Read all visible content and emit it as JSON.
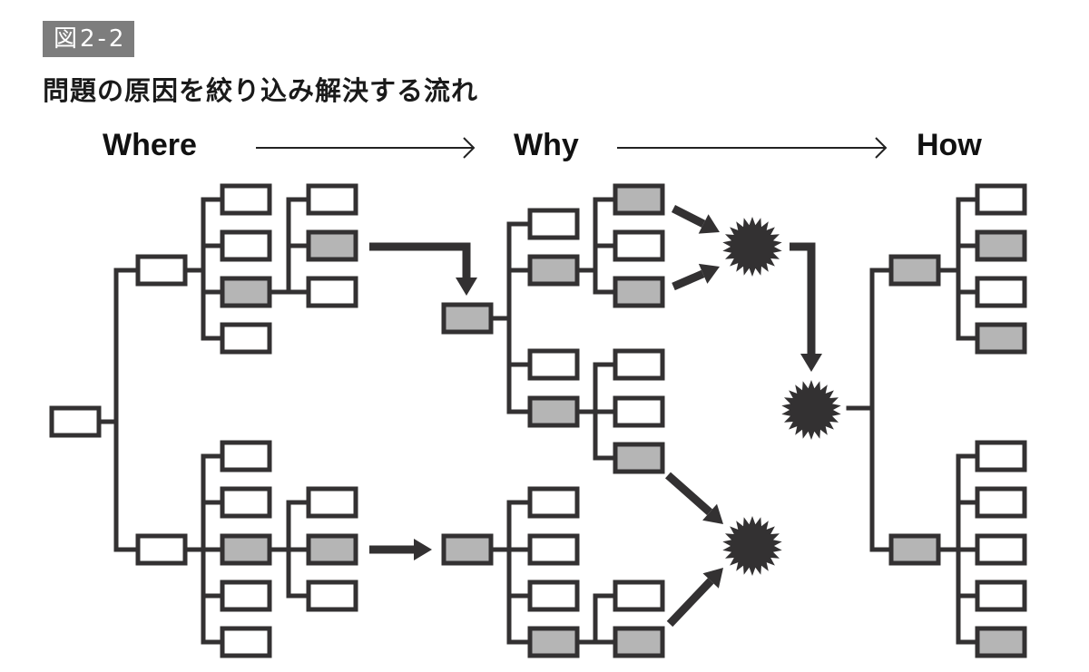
{
  "figure": {
    "number": "図2-2",
    "title": "問題の原因を絞り込み解決する流れ"
  },
  "stages": [
    "Where",
    "Why",
    "How"
  ],
  "colors": {
    "line": "#333132",
    "highlight_fill": "#b5b5b5",
    "empty_fill": "#ffffff",
    "badge_bg": "#7d7d7d",
    "starburst": "#333132"
  },
  "trees": {
    "where": {
      "root": {
        "highlighted": false
      },
      "branches": [
        {
          "highlighted": false,
          "children": [
            false,
            false,
            true,
            false
          ],
          "grandchildren_of": 2,
          "grandchildren": [
            false,
            true,
            false
          ]
        },
        {
          "highlighted": false,
          "children": [
            false,
            false,
            true,
            false,
            false
          ],
          "grandchildren_of": 2,
          "grandchildren": [
            false,
            true,
            false
          ]
        }
      ]
    },
    "why_top": {
      "root": {
        "highlighted": true
      },
      "children": [
        false,
        true,
        false,
        true
      ],
      "grandchildren_sets": [
        {
          "parent": 1,
          "items": [
            true,
            false,
            true
          ]
        },
        {
          "parent": 3,
          "items": [
            false,
            false,
            true
          ]
        }
      ]
    },
    "why_bottom": {
      "root": {
        "highlighted": true
      },
      "children": [
        false,
        false,
        false,
        true
      ],
      "grandchildren_sets": [
        {
          "parent": 3,
          "items": [
            false,
            true
          ]
        }
      ]
    },
    "how": {
      "root": {
        "shape": "starburst"
      },
      "branches": [
        {
          "highlighted": true,
          "children": [
            false,
            true,
            false,
            true
          ]
        },
        {
          "highlighted": true,
          "children": [
            false,
            false,
            false,
            false,
            true
          ]
        }
      ]
    }
  },
  "causes": [
    "root-cause-top",
    "root-cause-merged",
    "root-cause-bottom"
  ]
}
